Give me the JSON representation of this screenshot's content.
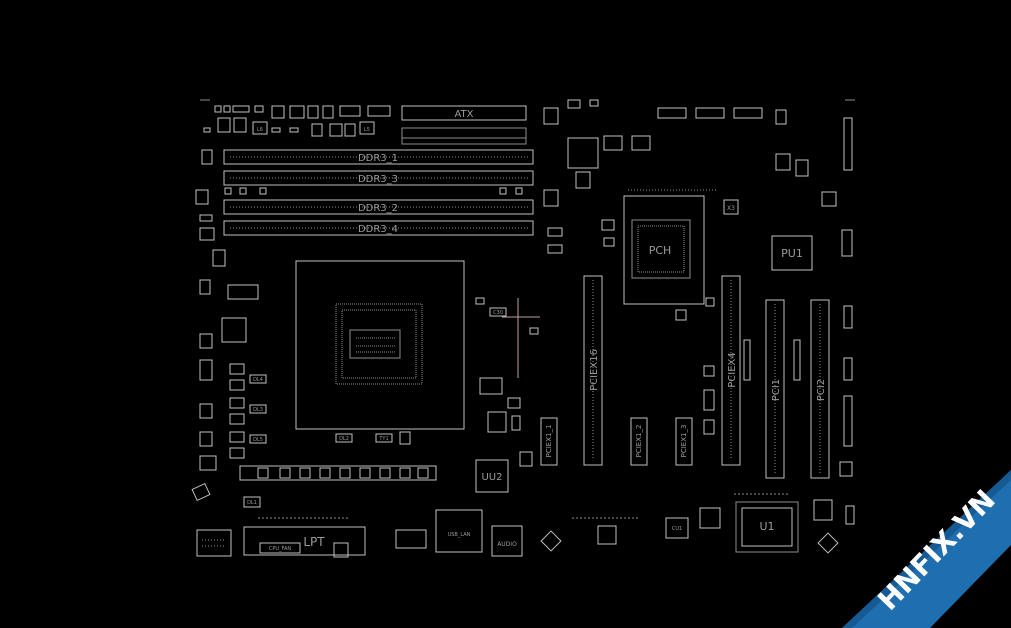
{
  "labels": {
    "atx": "ATX",
    "ddr1": "DDR3_1",
    "ddr3": "DDR3_3",
    "ddr2": "DDR3_2",
    "ddr4": "DDR3_4",
    "pciex16": "PCIEX16",
    "pciex4": "PCIEX4",
    "pciex1_1": "PCIEX1_1",
    "pciex1_2": "PCIEX1_2",
    "pciex1_3": "PCIEX1_3",
    "pci1": "PCI1",
    "pci2": "PCI2",
    "pu1": "PU1",
    "uu2": "UU2",
    "u1": "U1",
    "pch": "PCH",
    "lpt": "LPT",
    "audio": "AUDIO",
    "usb_lan": "USB_LAN",
    "cpu_fan": "CPU_FAN",
    "l6": "L6",
    "l5": "L5",
    "dl4": "DL4",
    "dl3": "DL3",
    "dl2": "DL2",
    "dl5": "DL5",
    "dl1": "DL1",
    "ty1": "TY1",
    "cu1": "CU1",
    "x3": "X3",
    "c30": "C30"
  },
  "watermark": {
    "brand_main": "HNFIX",
    "brand_sep": ".",
    "brand_tld": "VN"
  },
  "colors": {
    "background": "#000000",
    "trace": "#bfbfbf",
    "ribbon": "#1f6fb0",
    "watermark_x": "#e8232a"
  }
}
